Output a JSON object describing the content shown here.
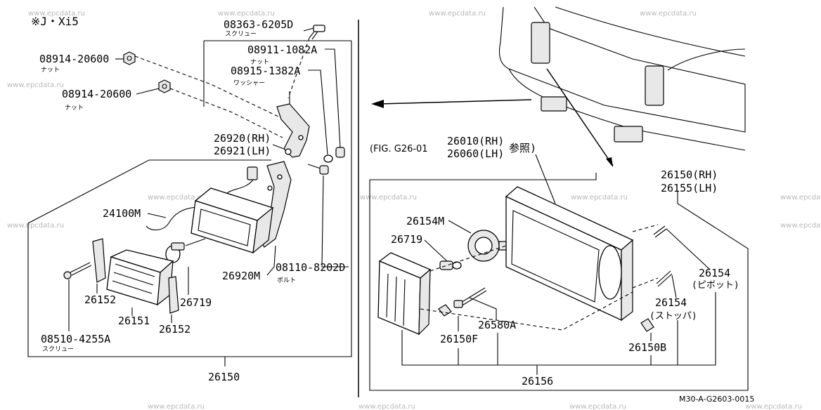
{
  "variant_note": "※J・Xi5",
  "footer_code": "M30-A-G2603-0015",
  "watermark": "www.epcdata.ru",
  "fig_reference": {
    "text": "(FIG. G26-01",
    "part_rh": "26010(RH)",
    "part_lh": "26060(LH)",
    "see": "参照)"
  },
  "left_assembly": {
    "assembly_number": "26150",
    "parts": {
      "screw_top": {
        "number": "08363-6205D",
        "name": "スクリュー"
      },
      "nut_upper_left": {
        "number": "08914-20600",
        "name": "ナット"
      },
      "nut_lower_left": {
        "number": "08914-20600",
        "name": "ナット"
      },
      "nut_right": {
        "number": "08911-1082A",
        "name": "ナット"
      },
      "washer": {
        "number": "08915-1382A",
        "name": "ワッシャー"
      },
      "bracket_rh": {
        "number": "26920(RH)"
      },
      "bracket_lh": {
        "number": "26921(LH)"
      },
      "harness": {
        "number": "24100M"
      },
      "bracket_m": {
        "number": "26920M"
      },
      "bolt": {
        "number": "08110-8202D",
        "name": "ボルト"
      },
      "cover_left": {
        "number": "26152"
      },
      "lens": {
        "number": "26151"
      },
      "cover_right": {
        "number": "26152"
      },
      "bulb": {
        "number": "26719"
      },
      "screw_bottom": {
        "number": "08510-4255A",
        "name": "スクリュー"
      }
    }
  },
  "right_assembly": {
    "assembly_number": "26156",
    "unit_rh": "26150(RH)",
    "unit_lh": "26155(LH)",
    "parts": {
      "socket": {
        "number": "26154M"
      },
      "bulb": {
        "number": "26719"
      },
      "pivot": {
        "number": "26154",
        "name": "(ピボット)"
      },
      "stopper": {
        "number": "26154",
        "name": "(ストッパ)"
      },
      "screw": {
        "number": "26580A"
      },
      "clip_f": {
        "number": "26150F"
      },
      "clip_b": {
        "number": "26150B"
      }
    }
  }
}
